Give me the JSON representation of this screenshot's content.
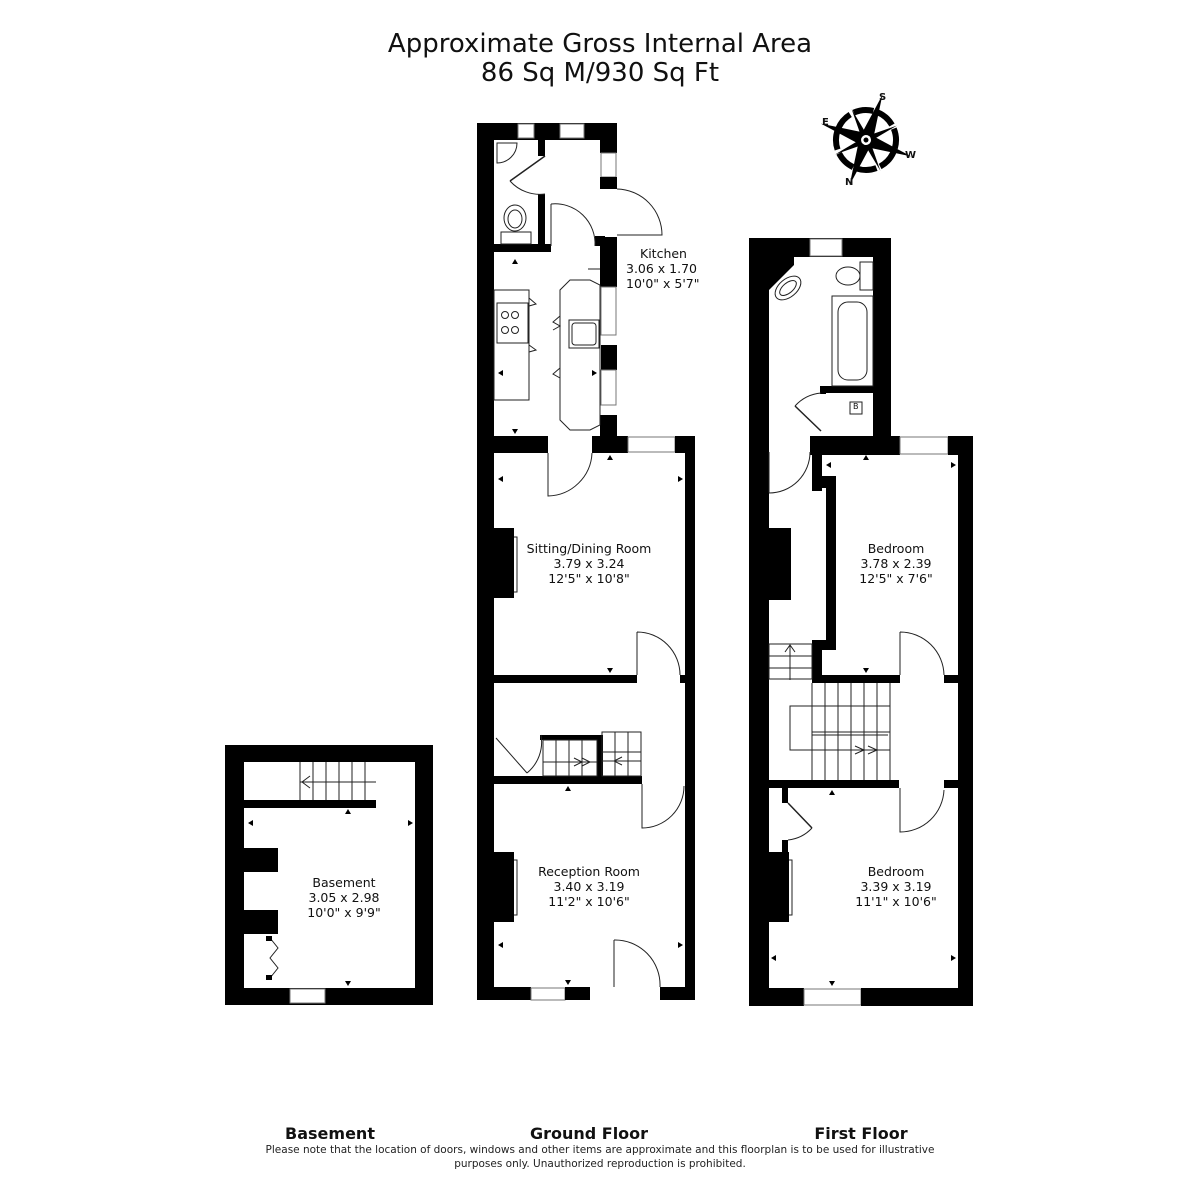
{
  "header": {
    "title_line1": "Approximate Gross Internal Area",
    "title_line2": "86 Sq M/930 Sq Ft"
  },
  "compass": {
    "icon": "compass-rose-icon",
    "north": "N",
    "south": "S",
    "east": "E",
    "west": "W"
  },
  "floors": {
    "basement": {
      "label": "Basement",
      "rooms": [
        {
          "name": "Basement",
          "metric": "3.05 x 2.98",
          "imperial": "10'0\" x 9'9\""
        }
      ]
    },
    "ground": {
      "label": "Ground Floor",
      "rooms": [
        {
          "name": "Kitchen",
          "metric": "3.06 x 1.70",
          "imperial": "10'0\" x 5'7\""
        },
        {
          "name": "Sitting/Dining Room",
          "metric": "3.79 x 3.24",
          "imperial": "12'5\" x 10'8\""
        },
        {
          "name": "Reception Room",
          "metric": "3.40 x 3.19",
          "imperial": "11'2\" x 10'6\""
        }
      ]
    },
    "first": {
      "label": "First Floor",
      "rooms": [
        {
          "name": "Bedroom",
          "metric": "3.78 x 2.39",
          "imperial": "12'5\" x 7'6\""
        },
        {
          "name": "Bedroom",
          "metric": "3.39 x 3.19",
          "imperial": "11'1\" x 10'6\""
        }
      ],
      "boiler_label": "B"
    }
  },
  "footer": {
    "disclaimer_line1": "Please note that the location of doors, windows and other items are approximate and this floorplan is to be used for illustrative",
    "disclaimer_line2": "purposes only. Unauthorized reproduction is prohibited."
  }
}
